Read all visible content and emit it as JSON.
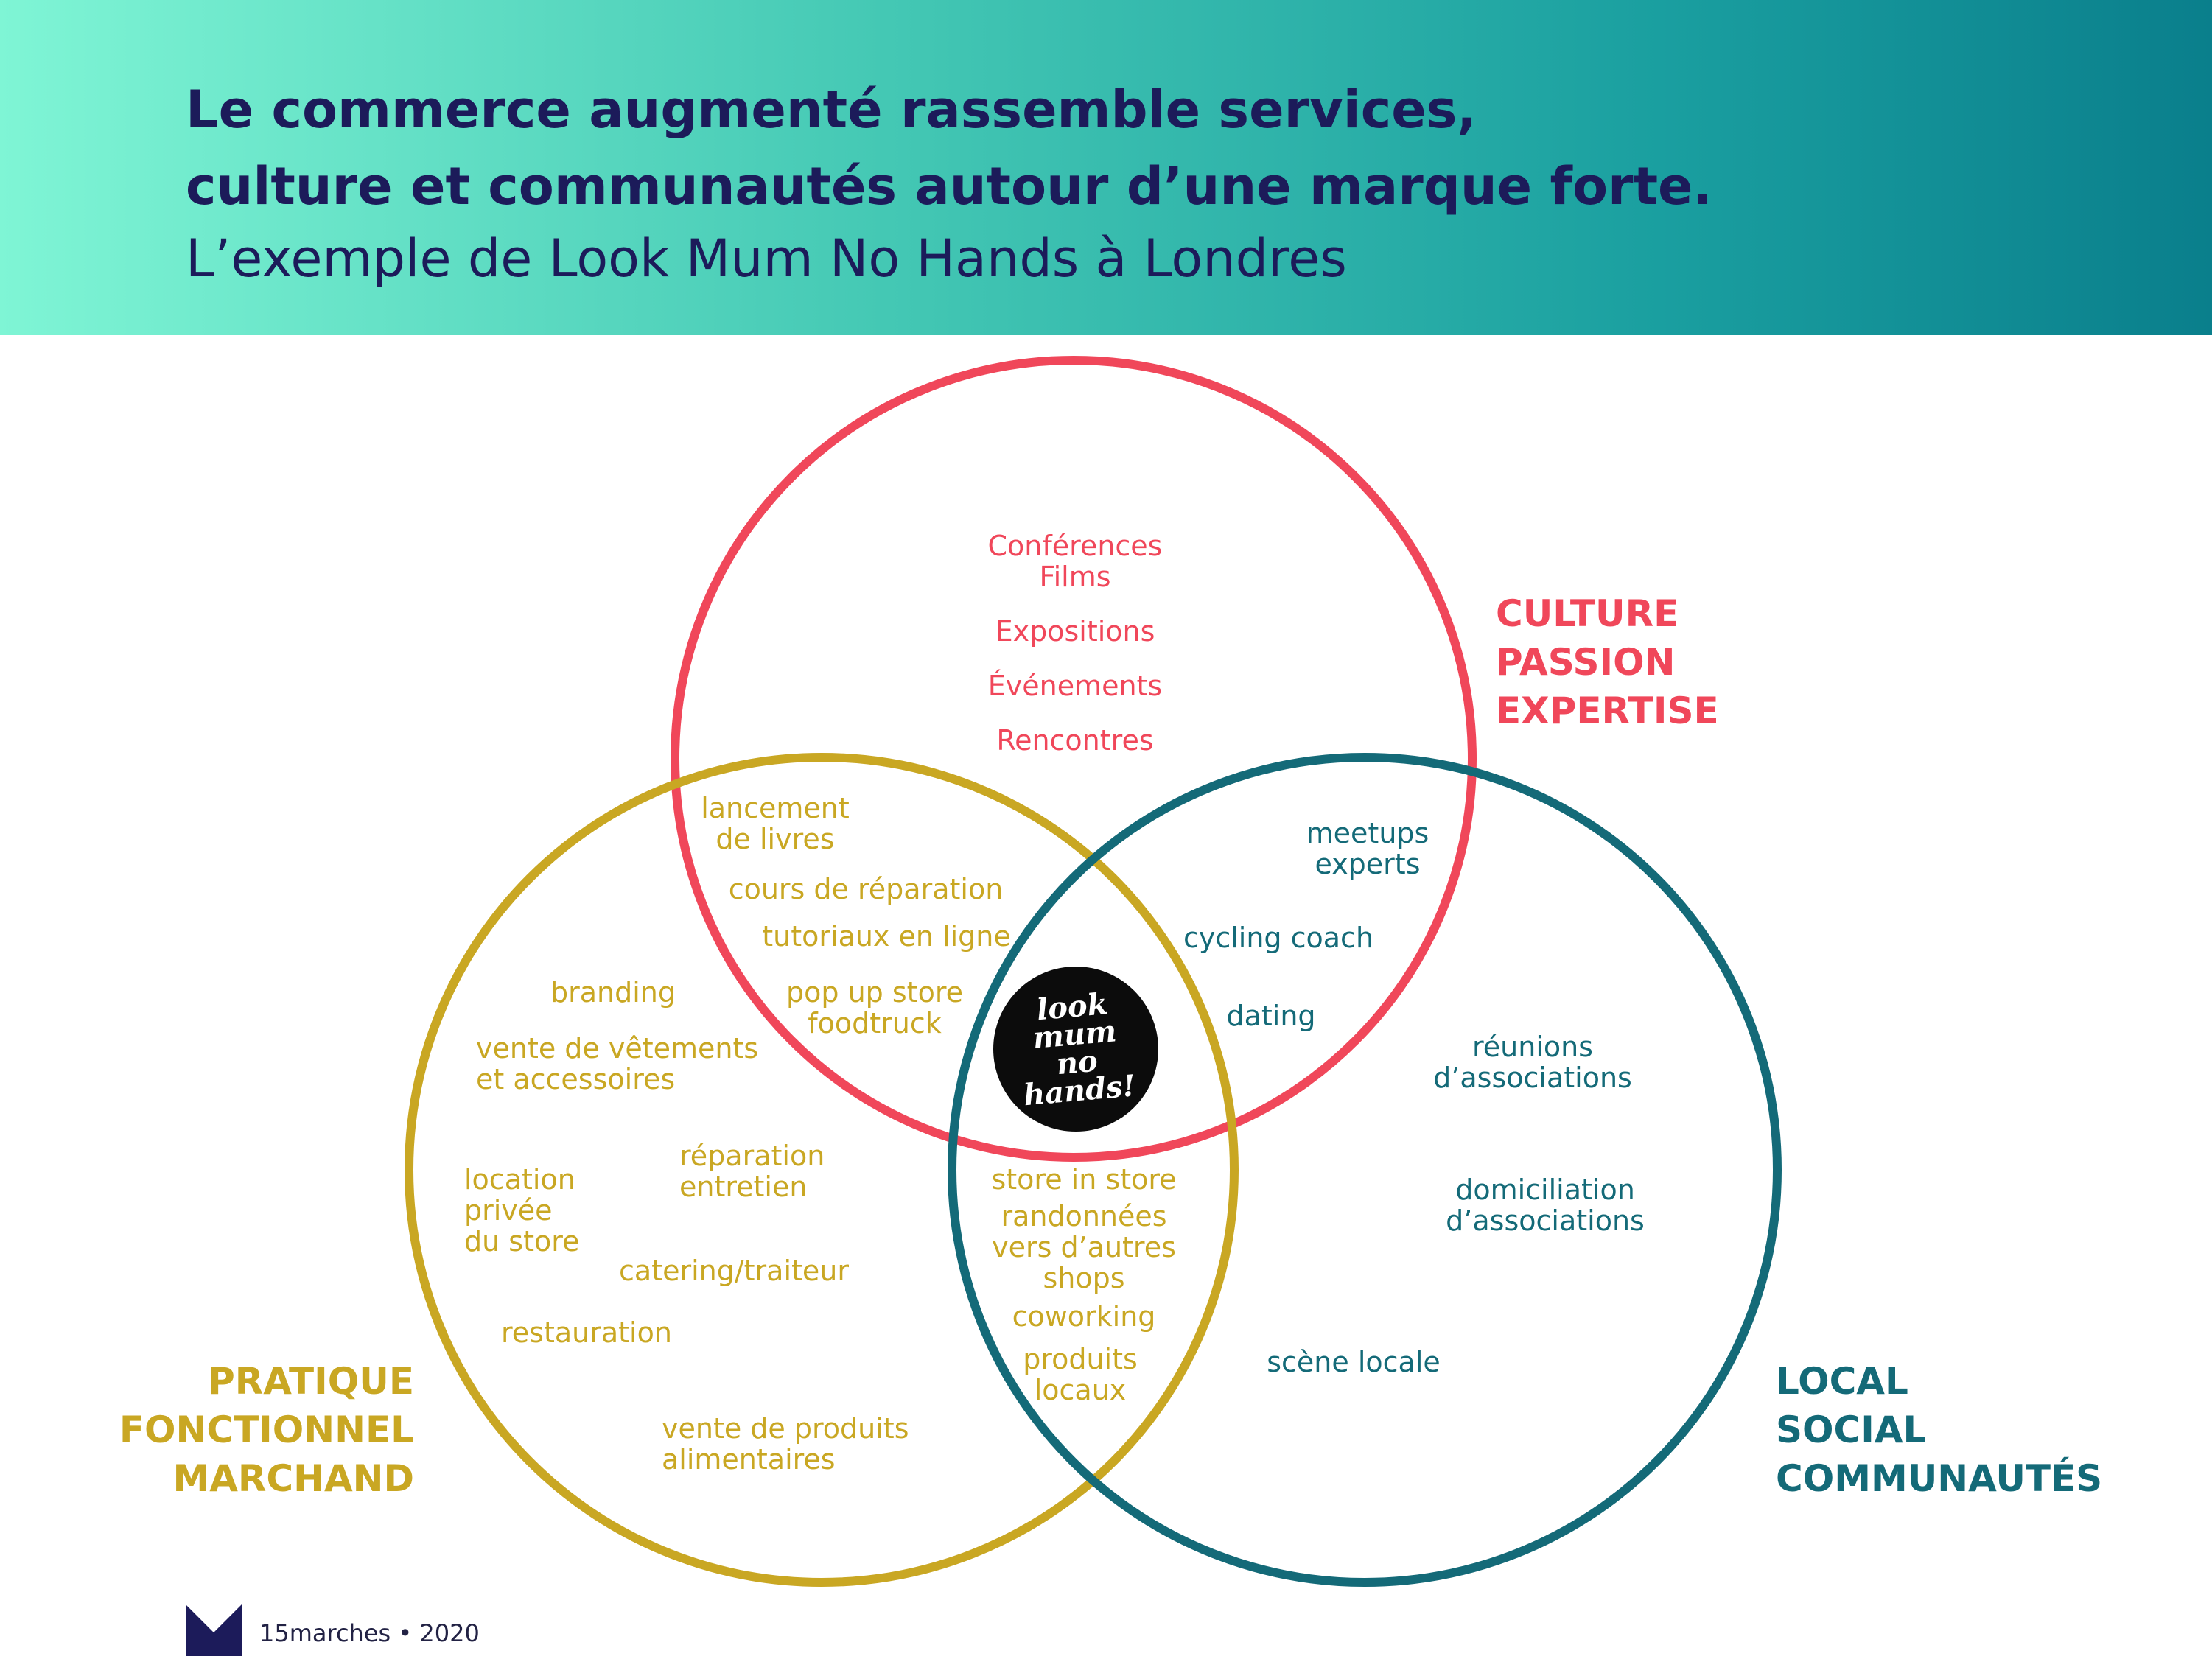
{
  "header": {
    "title_line1": "Le commerce augmenté rassemble services,",
    "title_line2": "culture et communautés autour d’une marque forte.",
    "subtitle": "L’exemple de Look Mum No Hands à Londres",
    "gradient_colors": [
      "#7ff5d5",
      "#0a7f8c"
    ]
  },
  "colors": {
    "culture": "#f0475a",
    "pratique": "#c9a723",
    "local": "#146a78",
    "title": "#1c1b5a"
  },
  "circles": {
    "culture": {
      "label_lines": [
        "CULTURE",
        "PASSION",
        "EXPERTISE"
      ]
    },
    "pratique": {
      "label_lines": [
        "PRATIQUE",
        "FONCTIONNEL",
        "MARCHAND"
      ]
    },
    "local": {
      "label_lines": [
        "LOCAL",
        "SOCIAL",
        "COMMUNAUTÉS"
      ]
    }
  },
  "items": {
    "culture_only": [
      "Conférences",
      "Films",
      "Expositions",
      "Événements",
      "Rencontres"
    ],
    "culture_pratique": [
      "lancement",
      "de livres",
      "cours de réparation",
      "tutoriaux en ligne",
      "pop up store",
      "foodtruck"
    ],
    "culture_local": [
      "meetups",
      "experts",
      "cycling coach",
      "dating"
    ],
    "pratique_only": [
      "branding",
      "vente de vêtements",
      "et accessoires",
      "location",
      "privée",
      "du store",
      "réparation",
      "entretien",
      "catering/traiteur",
      "restauration",
      "vente de produits",
      "alimentaires"
    ],
    "pratique_local": [
      "store in store",
      "randonnées",
      "vers d’autres",
      "shops",
      "coworking",
      "produits",
      "locaux"
    ],
    "local_only": [
      "réunions",
      "d’associations",
      "domiciliation",
      "d’associations",
      "scène locale"
    ]
  },
  "logo": {
    "text": "look\nmum\nno\nhands!"
  },
  "footer": {
    "brand": "15marches • 2020"
  }
}
